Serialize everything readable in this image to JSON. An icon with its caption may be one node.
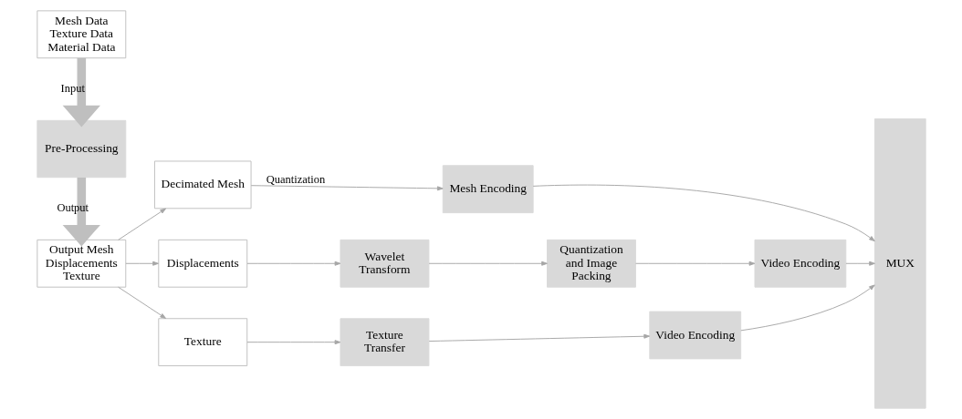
{
  "diagram": {
    "nodes": [
      {
        "text": [
          "Mesh Data",
          "Texture Data",
          "Material Data"
        ]
      },
      {
        "text": [
          "Pre-Processing"
        ]
      },
      {
        "text": [
          "Output Mesh",
          "Displacements",
          "Texture"
        ]
      },
      {
        "text": [
          "Decimated Mesh"
        ]
      },
      {
        "text": [
          "Displacements"
        ]
      },
      {
        "text": [
          "Texture"
        ]
      },
      {
        "text": [
          "Mesh Encoding"
        ]
      },
      {
        "text": [
          "Wavelet Transform"
        ]
      },
      {
        "text": [
          "Quantization and Image Packing"
        ]
      },
      {
        "text": [
          "Video Encoding"
        ]
      },
      {
        "text": [
          "Texture Transfer"
        ]
      },
      {
        "text": [
          "Video Encoding"
        ]
      },
      {
        "text": [
          "MUX"
        ]
      }
    ],
    "edges": [
      {
        "from": 0,
        "to": 1,
        "arrow": "to",
        "label": "Input",
        "style": "thick",
        "color": "#bfbfbf"
      },
      {
        "from": 1,
        "to": 2,
        "arrow": "to",
        "label": "Output",
        "style": "thick",
        "color": "#bfbfbf"
      },
      {
        "from": 2,
        "to": 3,
        "arrow": "to"
      },
      {
        "from": 2,
        "to": 4,
        "arrow": "to"
      },
      {
        "from": 2,
        "to": 5,
        "arrow": "to"
      },
      {
        "from": 3,
        "to": 6,
        "arrow": "to",
        "label": "Quantization"
      },
      {
        "from": 4,
        "to": 7,
        "arrow": "to"
      },
      {
        "from": 7,
        "to": 8,
        "arrow": "to"
      },
      {
        "from": 8,
        "to": 9,
        "arrow": "to"
      },
      {
        "from": 5,
        "to": 10,
        "arrow": "to"
      },
      {
        "from": 10,
        "to": 11,
        "arrow": "to"
      },
      {
        "from": 6,
        "to": 12,
        "arrow": "to"
      },
      {
        "from": 9,
        "to": 12,
        "arrow": "to"
      },
      {
        "from": 11,
        "to": 12,
        "arrow": "to"
      }
    ]
  }
}
